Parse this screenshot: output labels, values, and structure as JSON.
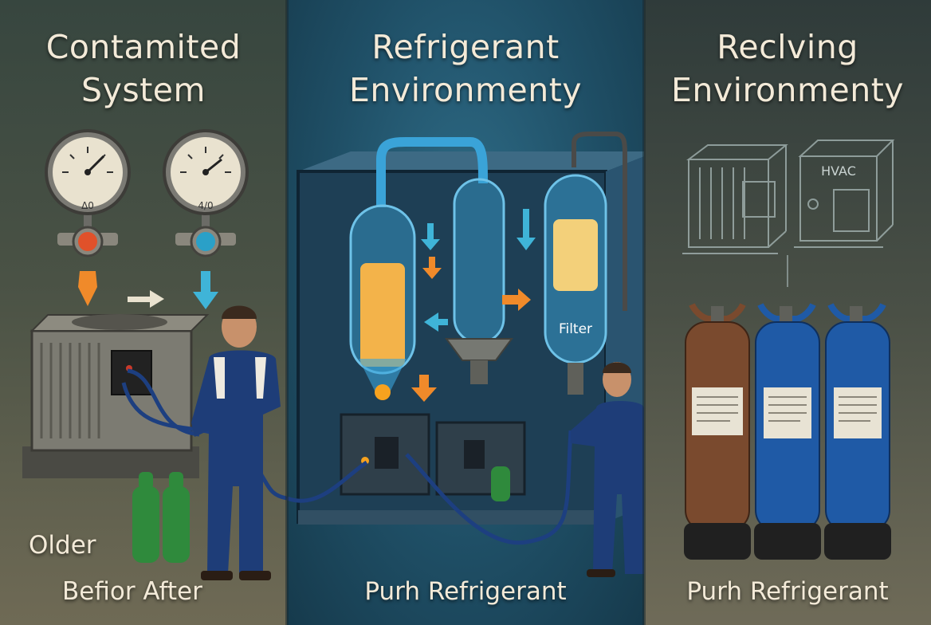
{
  "panels": [
    {
      "title_line1": "Contamited",
      "title_line2": "System",
      "gauge_left_reading": "Δ0",
      "gauge_right_reading": "4/0",
      "caption_older": "Older",
      "caption_before_after": "Befior After"
    },
    {
      "title_line1": "Refrigerant",
      "title_line2": "Environmenty",
      "filter_label": "Filter",
      "caption": "Purh Refrigerant"
    },
    {
      "title_line1": "Reclving",
      "title_line2": "Environmenty",
      "unit_label": "HVAC",
      "caption": "Purh Refrigerant"
    }
  ],
  "colors": {
    "hot_arrow": "#f08a2a",
    "cold_arrow": "#3fb4d8",
    "cylinder_blue": "#1f5aa6",
    "cylinder_rust": "#7a4a2e",
    "cylinder_green": "#2f8a3c"
  }
}
